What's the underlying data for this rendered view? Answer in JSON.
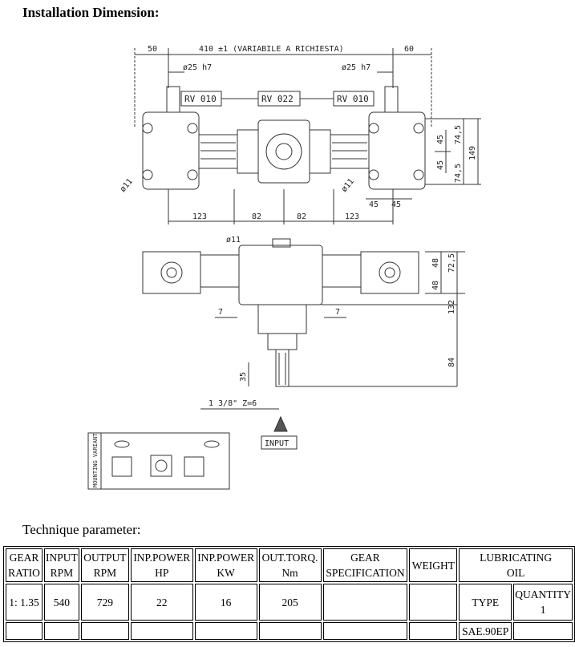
{
  "heading": "Installation Dimension:",
  "drawing": {
    "dims_top": {
      "left_offset": "50",
      "span": "410 ±1 (VARIABILE A RICHIESTA)",
      "right_offset": "60",
      "shaft_left": "ø25 h7",
      "shaft_right": "ø25 h7"
    },
    "labels": {
      "left_box": "RV 010",
      "center_box": "RV 022",
      "right_box": "RV 010"
    },
    "holes_left": "ø11",
    "holes_right": "ø11",
    "holes_bottom": "ø11",
    "dims_right": {
      "d45a": "45",
      "d45b": "45",
      "d745a": "74,5",
      "d745b": "74,5",
      "d149": "149"
    },
    "dims_bottom_plan": {
      "d45a": "45",
      "d45b": "45",
      "d123a": "123",
      "d82a": "82",
      "d82b": "82",
      "d123b": "123"
    },
    "dims_front": {
      "d48a": "48",
      "d48b": "48",
      "d725": "72,5",
      "d132": "132",
      "d84": "84",
      "d7a": "7",
      "d7b": "7",
      "d35": "35"
    },
    "spline": "1 3/8\" Z=6",
    "input_label": "INPUT",
    "mounting_label": "MOUNTING VARIANT"
  },
  "subheading": "Technique parameter:",
  "table": {
    "headers": {
      "gear_ratio": [
        "GEAR",
        "RATIO"
      ],
      "input_rpm": [
        "INPUT",
        "RPM"
      ],
      "output_rpm": [
        "OUTPUT",
        "RPM"
      ],
      "inp_power_hp": [
        "INP.POWER",
        "HP"
      ],
      "inp_power_kw": [
        "INP.POWER",
        "KW"
      ],
      "out_torq": [
        "OUT.TORQ.",
        "Nm"
      ],
      "gear_spec": [
        "GEAR",
        "SPECIFICATION"
      ],
      "weight": "WEIGHT",
      "lubricating": [
        "LUBRICATING",
        "OIL"
      ]
    },
    "row": {
      "gear_ratio": "1: 1.35",
      "input_rpm": "540",
      "output_rpm": "729",
      "inp_power_hp": "22",
      "inp_power_kw": "16",
      "out_torq": "205",
      "gear_spec": "",
      "weight": "",
      "oil_type_label": "TYPE",
      "oil_quantity_label": "QUANTITY",
      "oil_quantity": "1",
      "oil_type": "SAE.90EP"
    }
  }
}
